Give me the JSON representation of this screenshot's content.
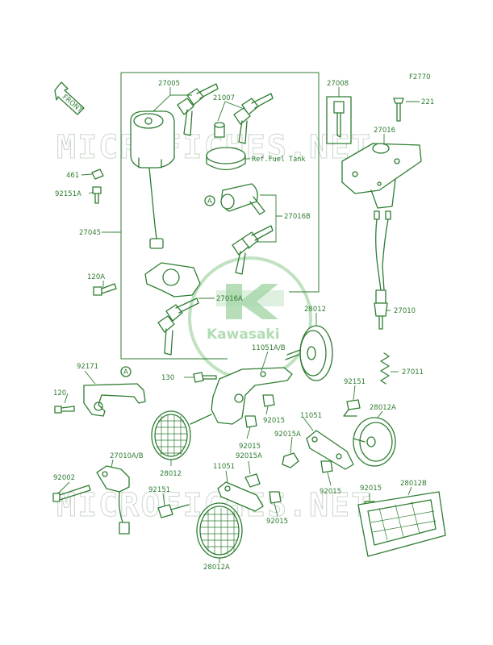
{
  "diagram_code": "F2770",
  "front_arrow": "FRONT",
  "ref_note": "Ref.Fuel Tank",
  "watermark": "MICROFICHES.NET",
  "logo_text": "Kawasaki",
  "logo_letter": "K",
  "circle_marker": "A",
  "colors": {
    "line": "#2e7d32",
    "watermark": "#cfd8cf",
    "logo": "#a5d6a7"
  },
  "labels": {
    "p27005": "27005",
    "p21007": "21007",
    "p27008": "27008",
    "p221": "221",
    "p27016": "27016",
    "p461": "461",
    "p92151A": "92151A",
    "p27016B": "27016B",
    "p27045": "27045",
    "p120A": "120A",
    "p27016A": "27016A",
    "p27010": "27010",
    "p28012_top": "28012",
    "p11051AB": "11051A/B",
    "p27011": "27011",
    "p92171": "92171",
    "p130": "130",
    "p92151_right": "92151",
    "p28012A_right": "28012A",
    "p120": "120",
    "p92015_a": "92015",
    "p11051_mid": "11051",
    "p92015A_right": "92015A",
    "p92015_b": "92015",
    "p27010AB": "27010A/B",
    "p28012_left": "28012",
    "p92015A_mid": "92015A",
    "p11051_low": "11051",
    "p92015_c": "92015",
    "p92002": "92002",
    "p92151_left": "92151",
    "p92015_d": "92015",
    "p28012B": "28012B",
    "p92015_e": "92015",
    "p28012A_bottom": "28012A"
  }
}
